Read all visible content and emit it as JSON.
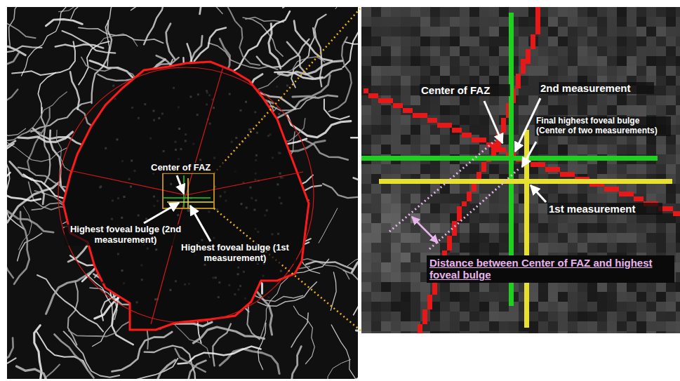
{
  "diagram": {
    "labels": [
      "Center of FAZ",
      "Highest foveal bulge (2nd measurement)",
      "Highest foveal bulge (1st measurement)",
      "Center of FAZ",
      "2nd measurement",
      "Final highest foveal bulge (Center of two measurements)",
      "1st measurement",
      "Distance between Center of FAZ and highest foveal bulge"
    ]
  }
}
